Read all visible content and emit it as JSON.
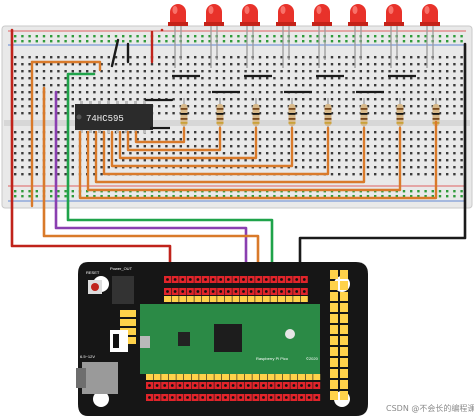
{
  "diagram": {
    "chip_label": "74HC595",
    "board_labels": {
      "power_out": "Power_OUT",
      "reset": "RESET",
      "voltage": "6.5~12V",
      "pico": "Raspberry Pi Pico",
      "pico_year": "©2020"
    },
    "watermark": "CSDN @不会长的编程课堂",
    "led_color": "#e8322a",
    "wire_colors": {
      "red": "#c0231b",
      "black": "#1a1a1a",
      "green": "#1fa34a",
      "purple": "#8a3fb0",
      "orange": "#d97a2a"
    },
    "led_count": 8,
    "resistor_count": 8
  }
}
